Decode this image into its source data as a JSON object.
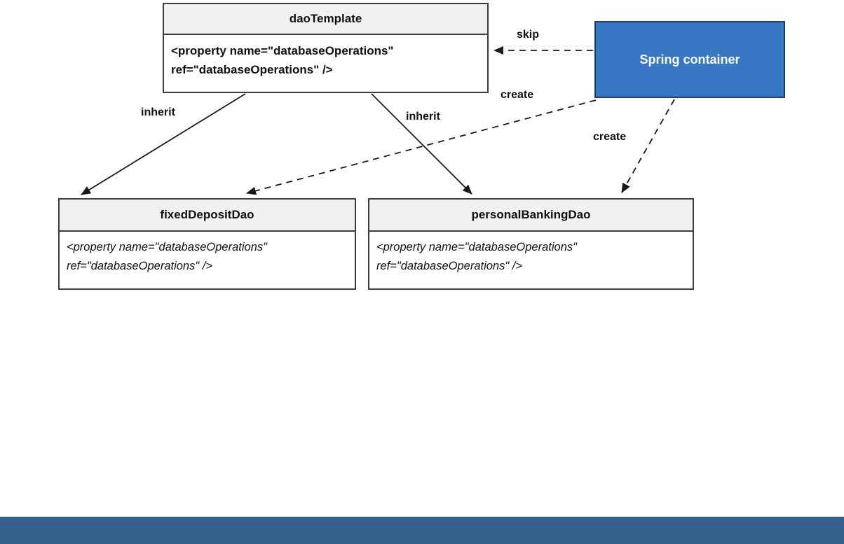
{
  "nodes": {
    "dao_template": {
      "title": "daoTemplate",
      "body_line1": "<property name=\"databaseOperations\"",
      "body_line2": "ref=\"databaseOperations\" />"
    },
    "fixed_deposit_dao": {
      "title": "fixedDepositDao",
      "body_line1": "<property name=\"databaseOperations\"",
      "body_line2": "ref=\"databaseOperations\" />"
    },
    "personal_banking_dao": {
      "title": "personalBankingDao",
      "body_line1": "<property name=\"databaseOperations\"",
      "body_line2": "ref=\"databaseOperations\" />"
    },
    "spring_container": {
      "title": "Spring container"
    }
  },
  "edge_labels": {
    "skip": "skip",
    "create_to_fixed": "create",
    "create_to_personal": "create",
    "inherit_to_fixed": "inherit",
    "inherit_to_personal": "inherit"
  },
  "colors": {
    "node_header_bg": "#f1f1f1",
    "node_body_bg": "#ffffff",
    "node_border": "#3d3d3d",
    "arrow": "#1a1a1a",
    "container_bg": "#3777c4",
    "container_border": "#1d3d63",
    "container_text": "#ffffff",
    "footer_bar": "#36618f",
    "page_bg": "#ffffff"
  }
}
